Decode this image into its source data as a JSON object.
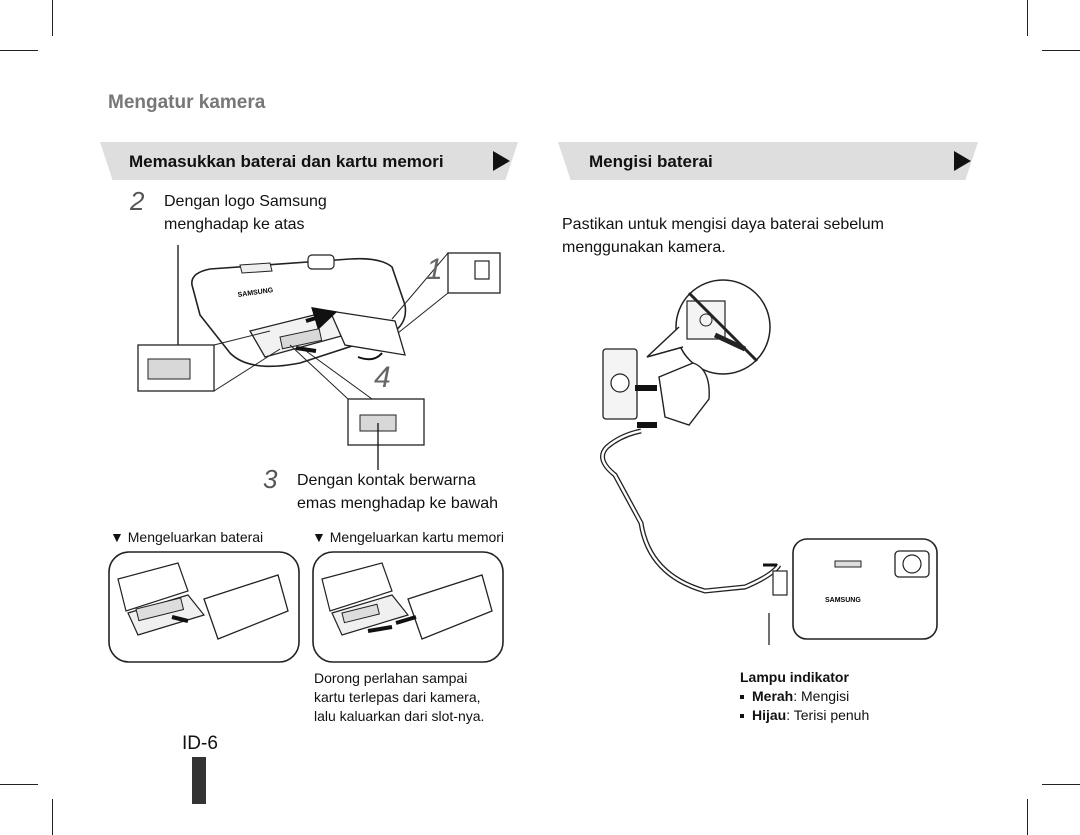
{
  "section_title": "Mengatur kamera",
  "left_bar": {
    "title": "Memasukkan baterai dan kartu memori"
  },
  "right_bar": {
    "title": "Mengisi baterai"
  },
  "step2": {
    "number": "2",
    "line1": "Dengan logo Samsung",
    "line2": "menghadap ke atas"
  },
  "step3": {
    "number": "3",
    "line1": "Dengan kontak berwarna",
    "line2": "emas menghadap ke bawah"
  },
  "callouts": {
    "one": "1",
    "four": "4"
  },
  "remove_battery": {
    "label": "▼ Mengeluarkan baterai"
  },
  "remove_card": {
    "label": "▼ Mengeluarkan kartu memori"
  },
  "card_note": {
    "line1": "Dorong perlahan sampai",
    "line2": "kartu terlepas dari kamera,",
    "line3": "lalu kaluarkan dari slot-nya."
  },
  "charge_intro": {
    "line1": "Pastikan untuk mengisi daya baterai sebelum",
    "line2": "menggunakan kamera."
  },
  "indicator": {
    "title": "Lampu indikator",
    "items": [
      {
        "term": "Merah",
        "desc": ": Mengisi"
      },
      {
        "term": "Hijau",
        "desc": ": Terisi penuh"
      }
    ]
  },
  "brand_text": "SAMSUNG",
  "page_number": "ID-6",
  "colors": {
    "bar_bg": "#dedede",
    "section_title": "#777777",
    "thumb_tab": "#333333"
  }
}
